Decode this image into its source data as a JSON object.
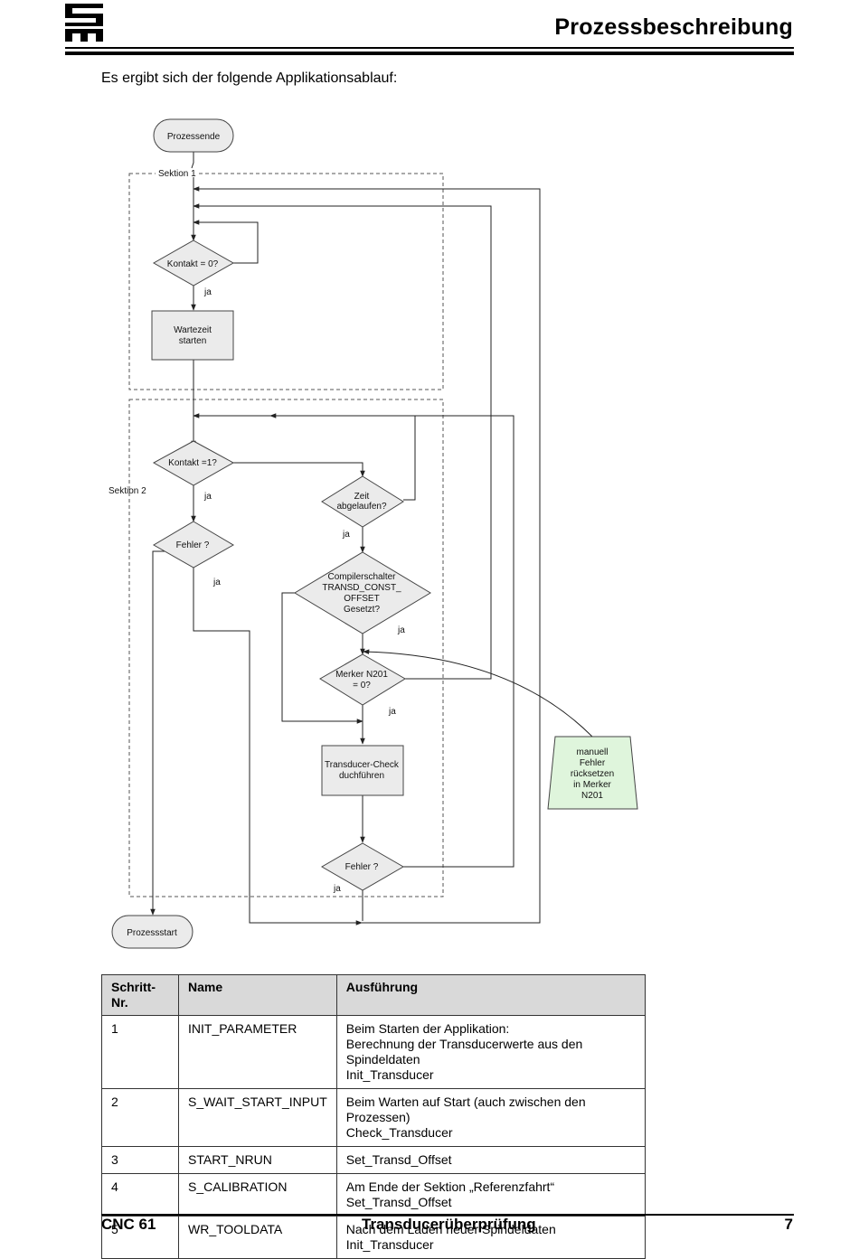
{
  "header": {
    "title": "Prozessbeschreibung",
    "logo": "SM logo"
  },
  "intro": "Es ergibt sich der folgende Applikationsablauf:",
  "flowchart": {
    "start": "Prozessende",
    "section1": "Sektion 1",
    "section2": "Sektion 2",
    "decision_contact0": "Kontakt = 0?",
    "ja1": "ja",
    "wait_line1": "Wartezeit",
    "wait_line2": "starten",
    "decision_contact1": "Kontakt =1?",
    "ja2": "ja",
    "time_line1": "Zeit",
    "time_line2": "abgelaufen?",
    "ja3": "ja",
    "error1": "Fehler ?",
    "ja4": "ja",
    "compiler_line1": "Compilerschalter",
    "compiler_line2": "TRANSD_CONST_",
    "compiler_line3": "OFFSET",
    "compiler_line4": "Gesetzt?",
    "ja5": "ja",
    "merker_line1": "Merker N201",
    "merker_line2": "= 0?",
    "ja6": "ja",
    "check_line1": "Transducer-Check",
    "check_line2": "duchführen",
    "manual_line1": "manuell",
    "manual_line2": "Fehler",
    "manual_line3": "rücksetzen",
    "manual_line4": "in Merker",
    "manual_line5": "N201",
    "error2": "Fehler ?",
    "ja7": "ja",
    "end": "Prozessstart"
  },
  "table": {
    "headers": [
      "Schritt-Nr.",
      "Name",
      "Ausführung"
    ],
    "rows": [
      {
        "nr": "1",
        "name": "INIT_PARAMETER",
        "lines": [
          "Beim Starten der Applikation:",
          "Berechnung der Transducerwerte aus den Spindeldaten",
          "Init_Transducer"
        ]
      },
      {
        "nr": "2",
        "name": "S_WAIT_START_INPUT",
        "lines": [
          "Beim Warten auf Start (auch zwischen den Prozessen)",
          "Check_Transducer"
        ]
      },
      {
        "nr": "3",
        "name": "START_NRUN",
        "lines": [
          "Set_Transd_Offset"
        ]
      },
      {
        "nr": "4",
        "name": "S_CALIBRATION",
        "lines": [
          "Am Ende der Sektion „Referenzfahrt“",
          "Set_Transd_Offset"
        ]
      },
      {
        "nr": "5",
        "name": "WR_TOOLDATA",
        "lines": [
          "Nach dem Laden neuer Spindeldaten Init_Transducer"
        ]
      }
    ]
  },
  "footer": {
    "left": "CNC 61",
    "center": "Transducerüberprüfung",
    "page": "7"
  },
  "colors": {
    "node_fill": "#ebebeb",
    "manual_fill": "#dff5dc",
    "header_fill": "#d9d9d9"
  }
}
